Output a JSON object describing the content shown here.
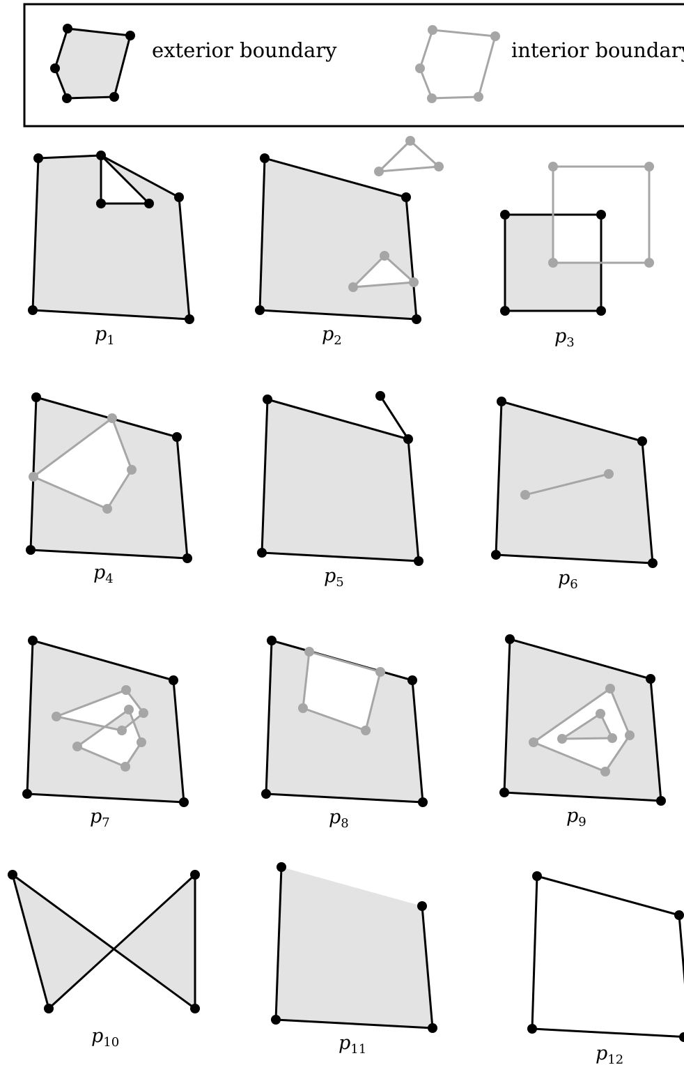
{
  "legend": {
    "exterior_label": "exterior boundary",
    "interior_label": "interior boundary"
  },
  "colors": {
    "exterior": "#000000",
    "interior": "#a6a6a6",
    "fill": "#e3e3e3",
    "hole": "#ffffff"
  },
  "panels": [
    {
      "id": "p1",
      "letter": "p",
      "sub": "1"
    },
    {
      "id": "p2",
      "letter": "p",
      "sub": "2"
    },
    {
      "id": "p3",
      "letter": "p",
      "sub": "3"
    },
    {
      "id": "p4",
      "letter": "p",
      "sub": "4"
    },
    {
      "id": "p5",
      "letter": "p",
      "sub": "5"
    },
    {
      "id": "p6",
      "letter": "p",
      "sub": "6"
    },
    {
      "id": "p7",
      "letter": "p",
      "sub": "7"
    },
    {
      "id": "p8",
      "letter": "p",
      "sub": "8"
    },
    {
      "id": "p9",
      "letter": "p",
      "sub": "9"
    },
    {
      "id": "p10",
      "letter": "p",
      "sub": "10"
    },
    {
      "id": "p11",
      "letter": "p",
      "sub": "11"
    },
    {
      "id": "p12",
      "letter": "p",
      "sub": "12"
    }
  ]
}
